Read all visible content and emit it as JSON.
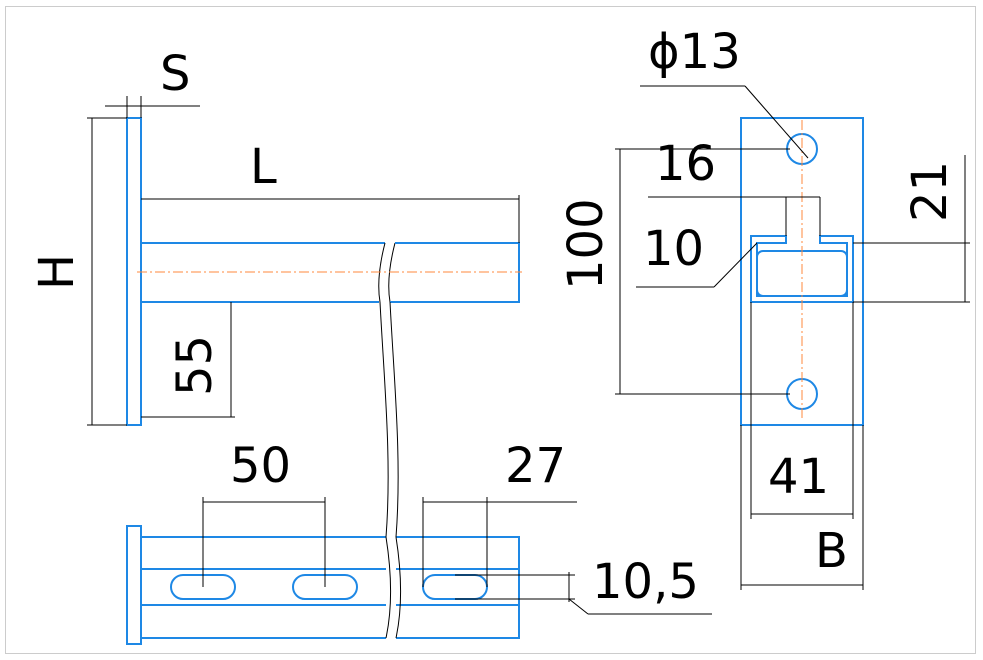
{
  "colors": {
    "part_outline": "#1e88e5",
    "center_line": "#ff8a3d",
    "dimension_line": "#000000",
    "frame": "#cccccc"
  },
  "side_view": {
    "thickness_label": "S",
    "length_label": "L",
    "height_label": "H",
    "profile_height_value": "55"
  },
  "top_view": {
    "slot_spacing_value": "50",
    "end_slot_value": "27",
    "slot_width_value": "10,5"
  },
  "end_view": {
    "hole_diameter_value": "ϕ13",
    "hole_offset_value": "16",
    "slot_opening_value": "10",
    "hole_spacing_value": "100",
    "channel_height_value": "21",
    "channel_width_value": "41",
    "plate_width_label": "B"
  }
}
